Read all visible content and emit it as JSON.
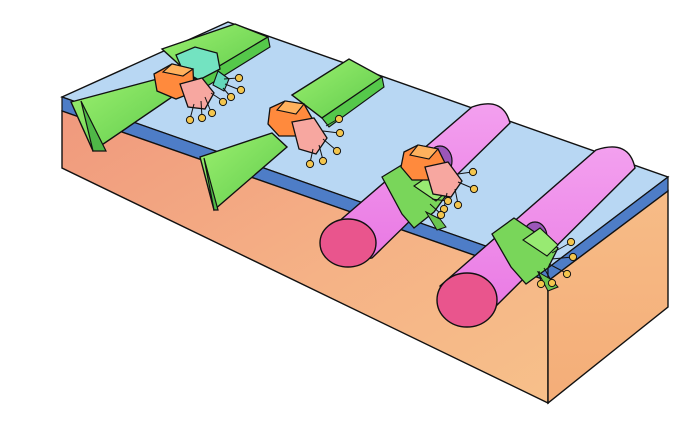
{
  "colors": {
    "background": "#ffffff",
    "slab_top": "#b8d7f3",
    "slab_blue_band": "#4e7dc7",
    "slab_front_top": "#f2a07a",
    "slab_front_bottom": "#f7c08a",
    "slab_side": "#f4b27f",
    "wing_green": "#8ee26f",
    "wing_green_dark": "#57c34a",
    "cylinder_pink": "#f08ce8",
    "cylinder_pink_end": "#e9558d",
    "orange_block": "#ff8a3d",
    "orange_block_light": "#ffb15d",
    "salmon_body": "#f7a7a0",
    "teal_body": "#73e3c1",
    "purple_core": "#9b56b9",
    "bead_gold": "#f3c54d",
    "outline": "#111111"
  },
  "diagram": {
    "elements": [
      "substrate-slab",
      "green-wing-left",
      "green-wing-center",
      "pink-cylinder-center",
      "pink-cylinder-right",
      "protein-cluster-left",
      "protein-cluster-center",
      "protein-cluster-right",
      "sleeve-clamp-center",
      "sleeve-clamp-right"
    ]
  }
}
